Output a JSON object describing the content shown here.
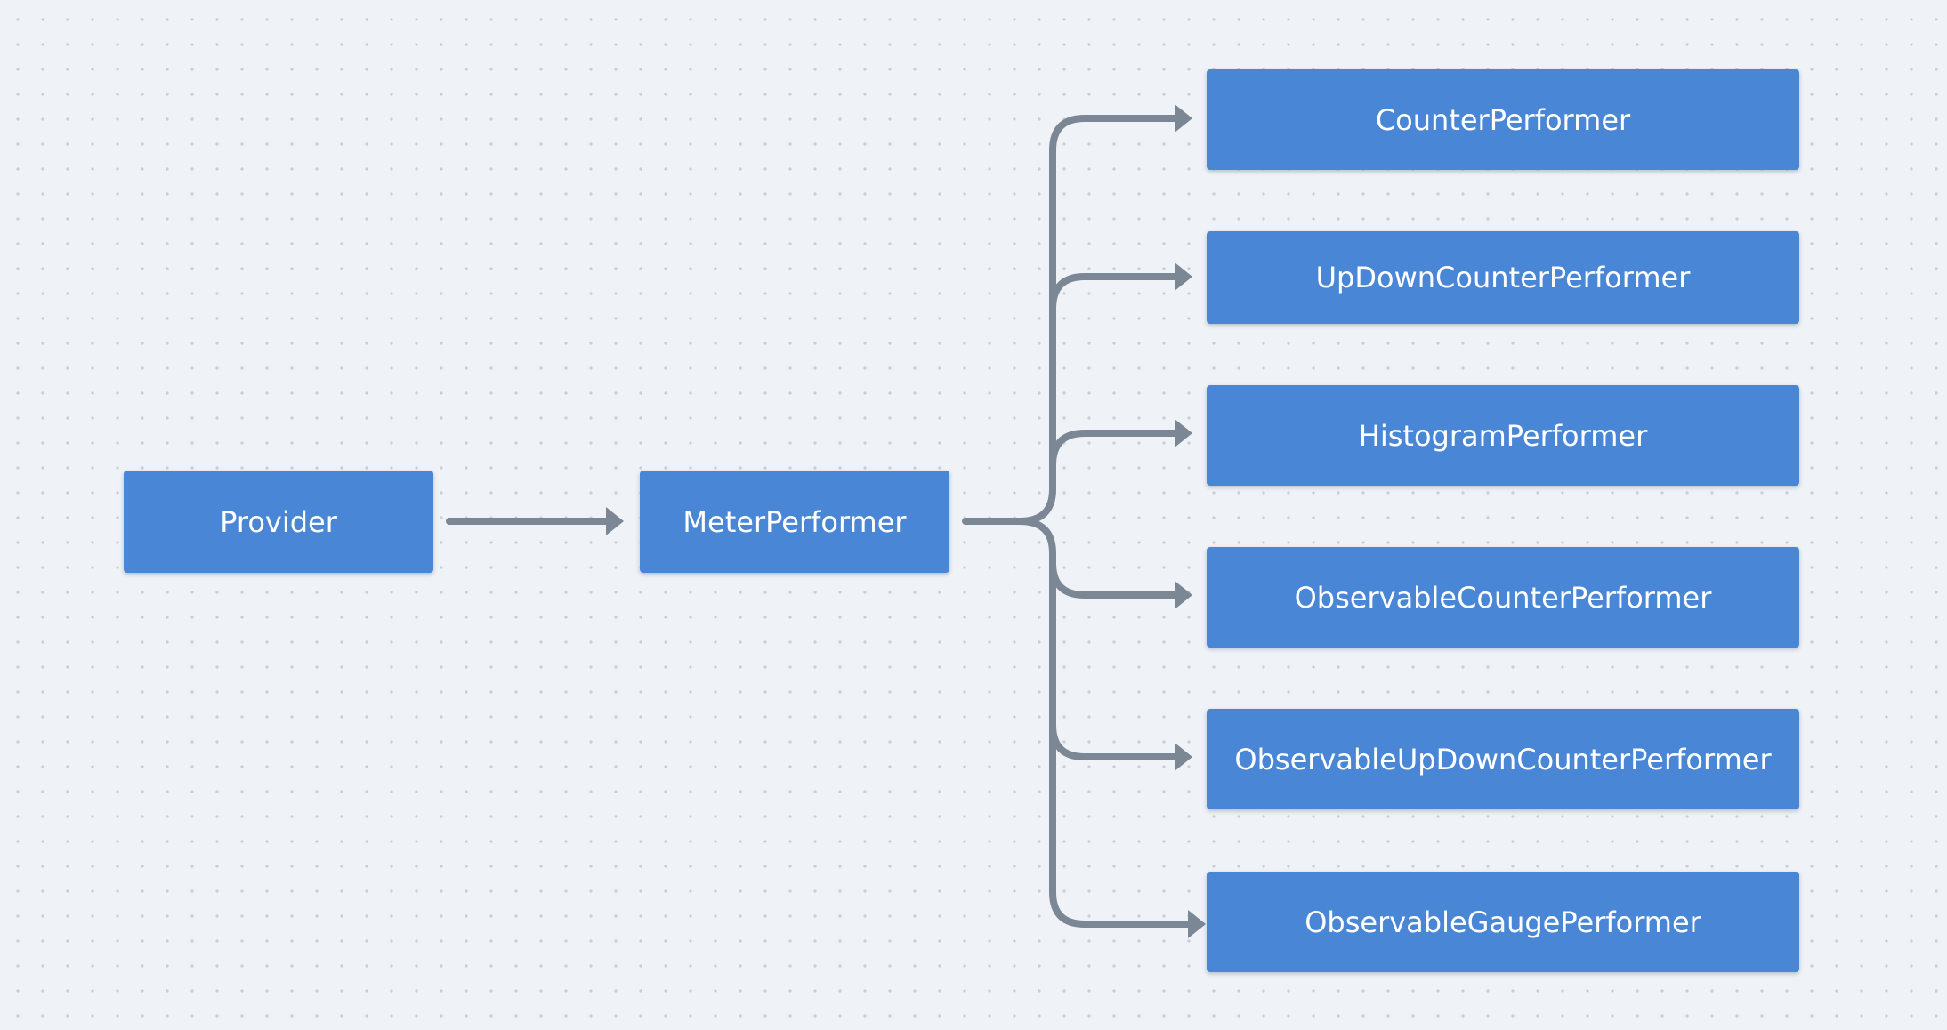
{
  "diagram": {
    "root": {
      "label": "Provider"
    },
    "hub": {
      "label": "MeterPerformer"
    },
    "children": [
      {
        "label": "CounterPerformer"
      },
      {
        "label": "UpDownCounterPerformer"
      },
      {
        "label": "HistogramPerformer"
      },
      {
        "label": "ObservableCounterPerformer"
      },
      {
        "label": "ObservableUpDownCounterPerformer"
      },
      {
        "label": "ObservableGaugePerformer"
      }
    ],
    "edges": [
      {
        "from": "Provider",
        "to": "MeterPerformer"
      },
      {
        "from": "MeterPerformer",
        "to": "CounterPerformer"
      },
      {
        "from": "MeterPerformer",
        "to": "UpDownCounterPerformer"
      },
      {
        "from": "MeterPerformer",
        "to": "HistogramPerformer"
      },
      {
        "from": "MeterPerformer",
        "to": "ObservableCounterPerformer"
      },
      {
        "from": "MeterPerformer",
        "to": "ObservableUpDownCounterPerformer"
      },
      {
        "from": "MeterPerformer",
        "to": "ObservableGaugePerformer"
      }
    ],
    "colors": {
      "node_fill": "#4a86d6",
      "node_text": "#ffffff",
      "connector": "#7b8795",
      "background": "#eff2f6"
    }
  }
}
